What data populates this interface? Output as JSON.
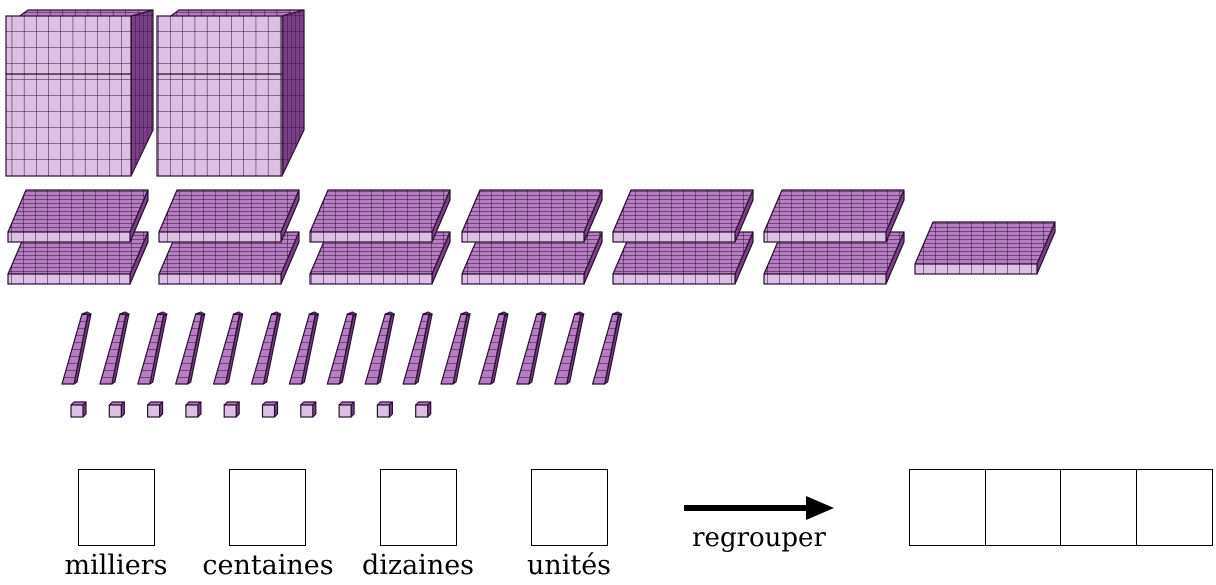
{
  "blocks": {
    "thousands": 2,
    "hundreds": 13,
    "tens": 15,
    "units": 10
  },
  "labels": {
    "thousands": "milliers",
    "hundreds": "centaines",
    "tens": "dizaines",
    "units": "unités",
    "arrow": "regrouper"
  },
  "answer_digits": 4,
  "colors": {
    "face_front": "#dcc0e4",
    "face_top": "#b67dc2",
    "face_side": "#7a3f86",
    "edge": "#2a0f30"
  }
}
